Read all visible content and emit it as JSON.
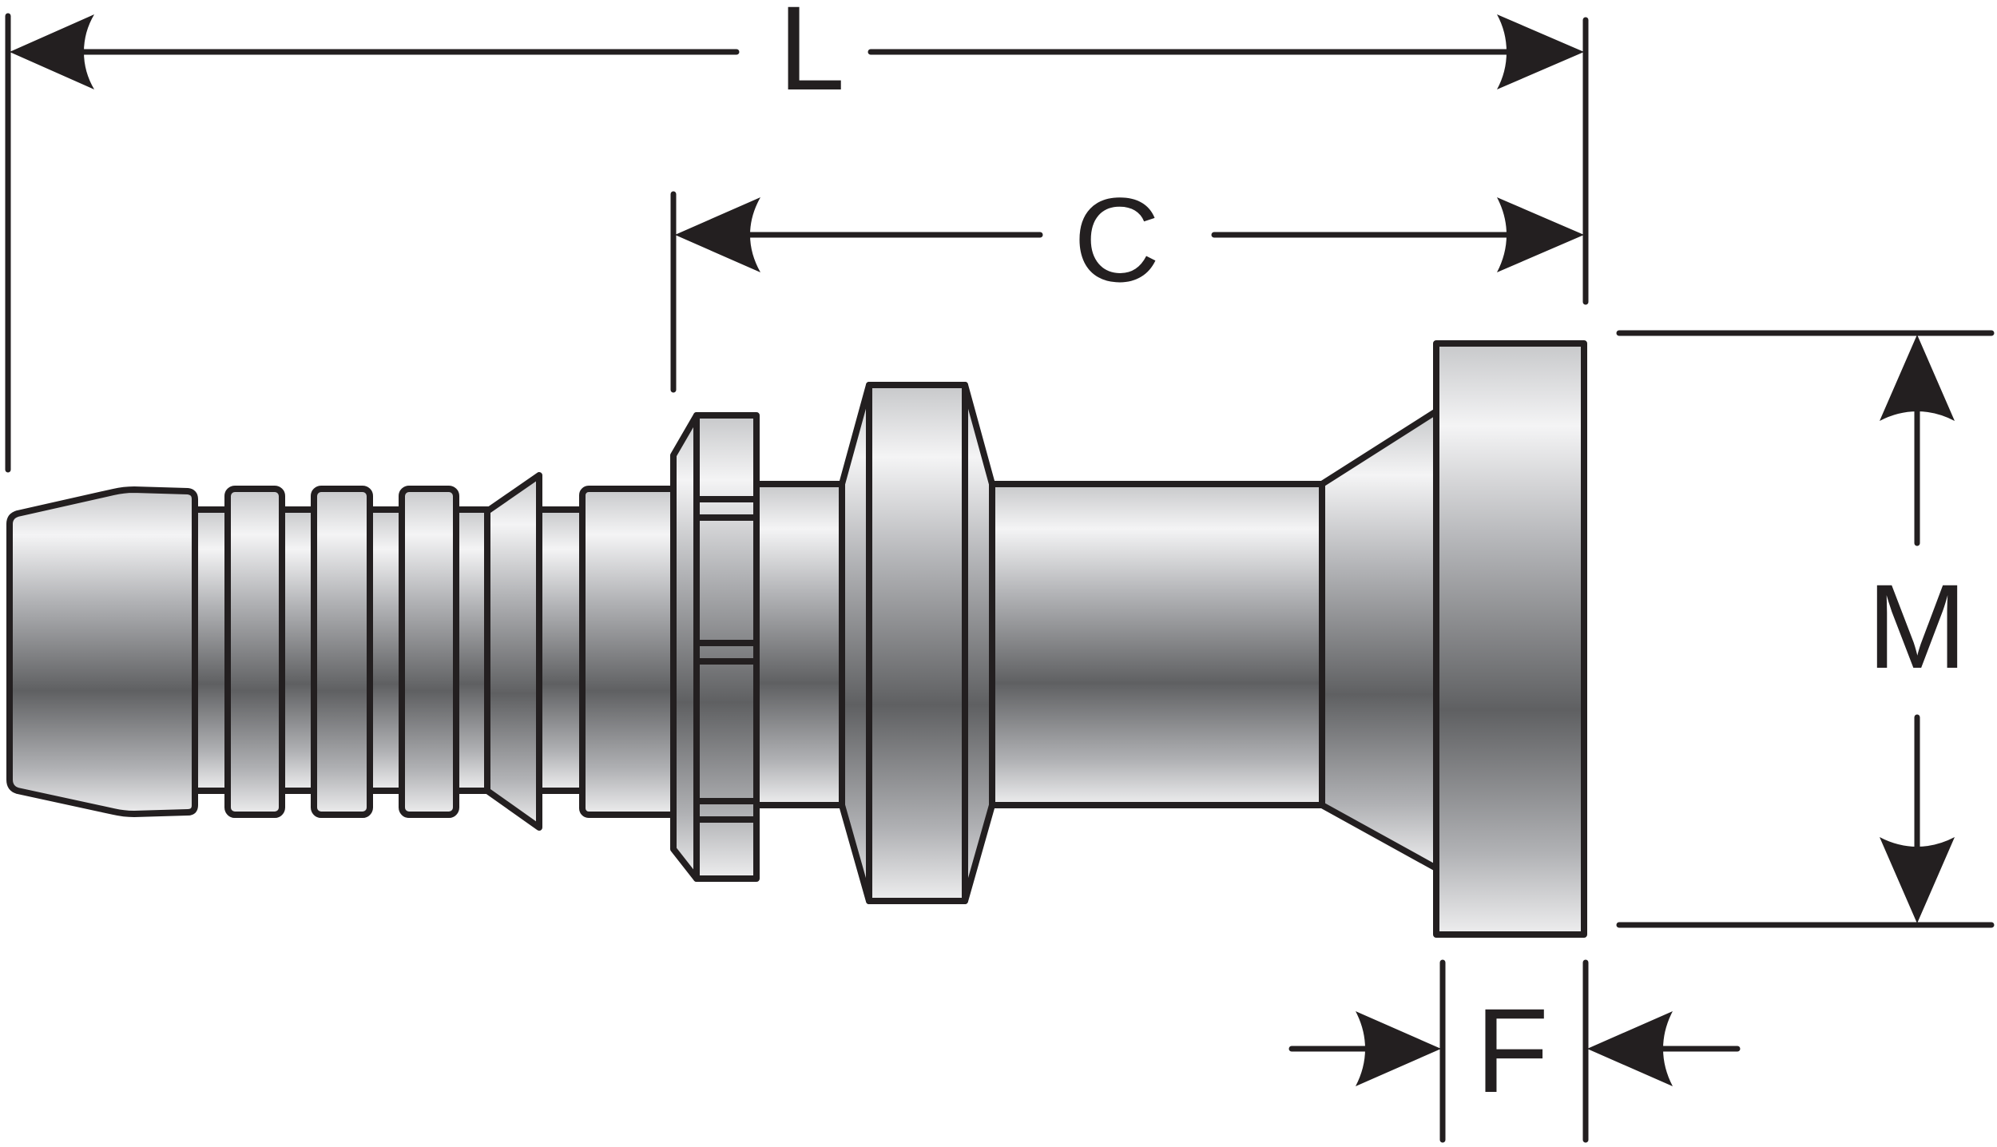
{
  "dimensions": {
    "length_label": "L",
    "center_label": "C",
    "height_label": "M",
    "flange_label": "F"
  },
  "colors": {
    "outline": "#231f20",
    "metal_light": "#f2f2f3",
    "metal_mid": "#a9aaad",
    "metal_dark": "#5f6062",
    "background": "#ffffff"
  }
}
